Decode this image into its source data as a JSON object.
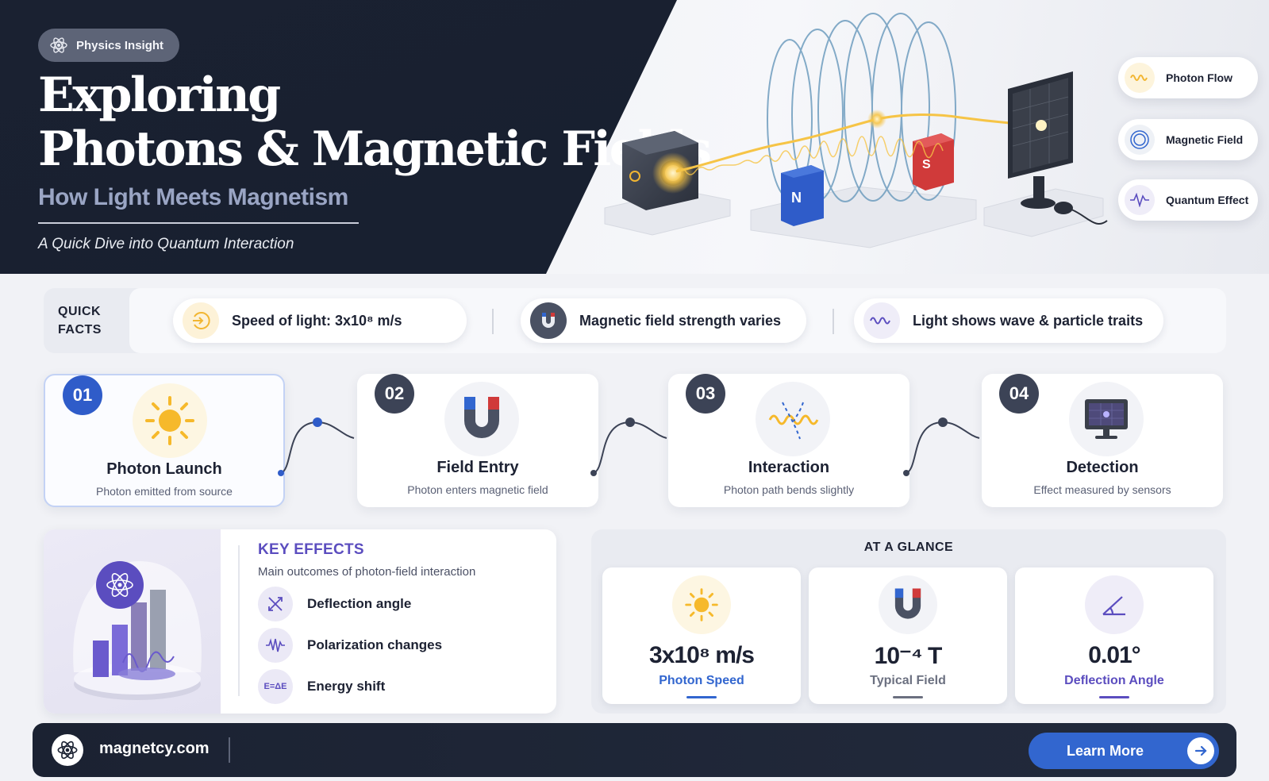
{
  "hero": {
    "badge": "Physics Insight",
    "title_line1": "Exploring",
    "title_line2": "Photons & Magnetic Fields",
    "subtitle": "How Light Meets Magnetism",
    "tagline": "A Quick Dive into Quantum Interaction",
    "magnet_n": "N",
    "magnet_s": "S",
    "legend": [
      {
        "label": "Photon Flow",
        "icon": "wave-icon"
      },
      {
        "label": "Magnetic Field",
        "icon": "field-rings-icon"
      },
      {
        "label": "Quantum Effect",
        "icon": "pulse-icon"
      }
    ]
  },
  "quick_facts": {
    "label_line1": "QUICK",
    "label_line2": "FACTS",
    "items": [
      {
        "text": "Speed of light: 3x10⁸ m/s",
        "icon": "speed-icon"
      },
      {
        "text": "Magnetic field strength varies",
        "icon": "magnet-icon"
      },
      {
        "text": "Light shows wave & particle traits",
        "icon": "wave-icon"
      }
    ]
  },
  "steps": [
    {
      "num": "01",
      "title": "Photon Launch",
      "desc": "Photon emitted from source",
      "icon": "sun-icon"
    },
    {
      "num": "02",
      "title": "Field Entry",
      "desc": "Photon enters magnetic field",
      "icon": "magnet-icon"
    },
    {
      "num": "03",
      "title": "Interaction",
      "desc": "Photon path bends slightly",
      "icon": "bent-wave-icon"
    },
    {
      "num": "04",
      "title": "Detection",
      "desc": "Effect measured by sensors",
      "icon": "monitor-icon"
    }
  ],
  "key_effects": {
    "title": "KEY EFFECTS",
    "subtitle": "Main outcomes of photon-field interaction",
    "items": [
      {
        "text": "Deflection angle",
        "icon": "deflection-icon"
      },
      {
        "text": "Polarization changes",
        "icon": "polarization-icon"
      },
      {
        "text": "Energy shift",
        "icon": "energy-icon",
        "icon_text": "E=ΔE"
      }
    ]
  },
  "at_a_glance": {
    "title": "AT A GLANCE",
    "cards": [
      {
        "value": "3x10⁸ m/s",
        "label": "Photon Speed",
        "color": "#3266cf",
        "icon": "sun-icon"
      },
      {
        "value": "10⁻⁴ T",
        "label": "Typical Field",
        "color": "#6b7080",
        "icon": "magnet-icon"
      },
      {
        "value": "0.01°",
        "label": "Deflection Angle",
        "color": "#5b4dbf",
        "icon": "angle-icon"
      }
    ]
  },
  "footer": {
    "site": "magnetcy.com",
    "button": "Learn More"
  },
  "colors": {
    "dark": "#1a2131",
    "blue": "#3266cf",
    "purple": "#5b4dbf",
    "step_blue": "#2f5cc9",
    "step_gray": "#3c4356",
    "amber": "#f2b632"
  }
}
